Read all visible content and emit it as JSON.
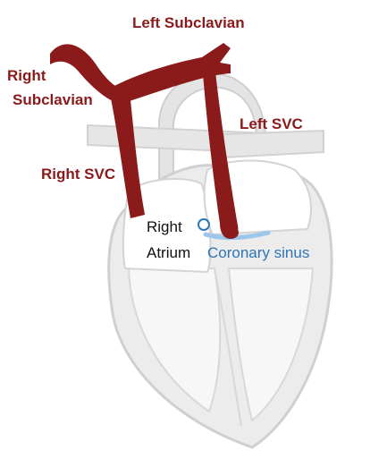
{
  "labels": {
    "left_subclavian": "Left Subclavian",
    "right_subclavian_line1": "Right",
    "right_subclavian_line2": "Subclavian",
    "left_svc": "Left SVC",
    "right_svc": "Right SVC",
    "right_atrium_line1": "Right",
    "right_atrium_line2": "Atrium",
    "coronary_sinus": "Coronary sinus"
  },
  "colors": {
    "vein": "#8b1a1a",
    "coronary_sinus": "#2e75b6",
    "heart_outline": "#d0d0d0",
    "heart_fill": "#ececec",
    "chamber_fill": "#ffffff"
  }
}
